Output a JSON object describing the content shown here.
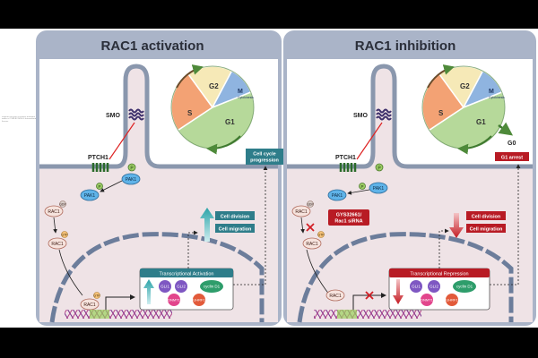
{
  "panels": {
    "left": {
      "title": "RAC1 activation",
      "smo": "SMO",
      "ptch1": "PTCH1",
      "pak1": "PAK1",
      "p": "P",
      "gdp": "GDP",
      "gtp": "GTP",
      "rac1": "RAC1",
      "cell_cycle_box": [
        "Cell cycle",
        "progression"
      ],
      "cell_division": "Cell division",
      "cell_migration": "Cell migration",
      "transcription_box": "Transcriptional Activation",
      "gli1": "GLI1",
      "gli2": "GLI2",
      "cyclin_d1": "cyclin D1",
      "dnmt1": "DNMT1",
      "uhrf1": "UHRF1"
    },
    "right": {
      "title": "RAC1 inhibition",
      "smo": "SMO",
      "ptch1": "PTCH1",
      "pak1": "PAK1",
      "p": "P",
      "gdp": "GDP",
      "gtp": "GTP",
      "rac1": "RAC1",
      "inhibitor": [
        "GYS32661/",
        "Rac1 siRNA"
      ],
      "g0": "G0",
      "g1_arrest": "G1 arrest",
      "cell_division": "Cell division",
      "cell_migration": "Cell migration",
      "transcription_box": "Transcriptional Repression",
      "gli1": "GLI1",
      "gli2": "GLI2",
      "cyclin_d1": "cyclin D1",
      "dnmt1": "DNMT1",
      "uhrf1": "UHRF1"
    }
  },
  "cell_cycle": {
    "g2": "G2",
    "m": "M",
    "cytokinesis": "Cytokinesis",
    "s": "S",
    "g1": "G1"
  },
  "side_note": "Preprint not peer reviewed; available under a CC-BY-NC-ND 4.0 International license.",
  "colors": {
    "panel_bg": "#efe3e6",
    "frame": "#aab4c8",
    "teal": "#2e7d8a",
    "red": "#b81b24",
    "g1": "#b6d99a",
    "s": "#f3a274",
    "g2": "#f6e9b7",
    "m": "#8fb4e0"
  }
}
